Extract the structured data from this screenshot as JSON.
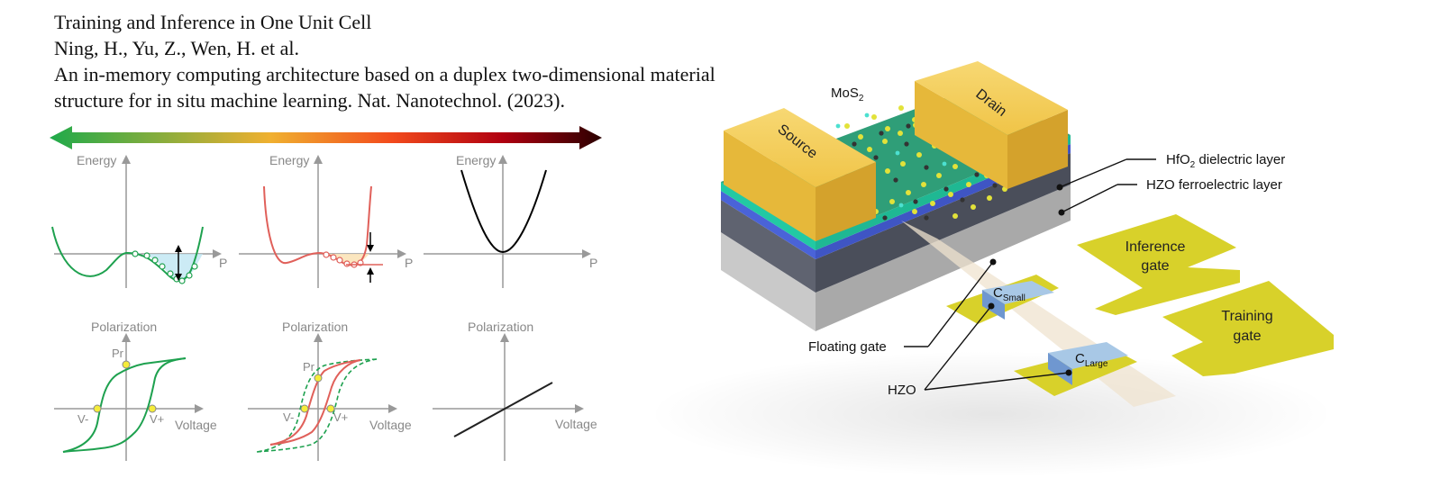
{
  "header": {
    "title": "Training and Inference in One Unit Cell",
    "authors": "Ning, H., Yu, Z., Wen, H. et al.",
    "citation_line1": "An in-memory computing architecture based on a duplex two-dimensional material",
    "citation_line2": "structure for in situ machine learning. Nat. Nanotechnol. (2023)."
  },
  "plots": {
    "energy_axis": "Energy",
    "p_axis": "P",
    "polarization_axis": "Polarization",
    "voltage_axis": "Voltage",
    "pr_label": "Pr",
    "vminus_label": "V-",
    "vplus_label": "V+"
  },
  "device": {
    "mos2": "MoS",
    "mos2_sub": "2",
    "source": "Source",
    "drain": "Drain",
    "hfo2_pre": "HfO",
    "hfo2_sub": "2",
    "hfo2_post": " dielectric layer",
    "hzo_layer": "HZO ferroelectric layer",
    "inference_gate_l1": "Inference",
    "inference_gate_l2": "gate",
    "training_gate_l1": "Training",
    "training_gate_l2": "gate",
    "c_small_main": "C",
    "c_small_sub": "Small",
    "c_large_main": "C",
    "c_large_sub": "Large",
    "floating_gate": "Floating gate",
    "hzo": "HZO"
  },
  "colors": {
    "green_curve": "#1ea14f",
    "red_curve": "#e0605a",
    "gold_electrode": "#f2c443",
    "yellow_gate": "#d8d12a"
  }
}
